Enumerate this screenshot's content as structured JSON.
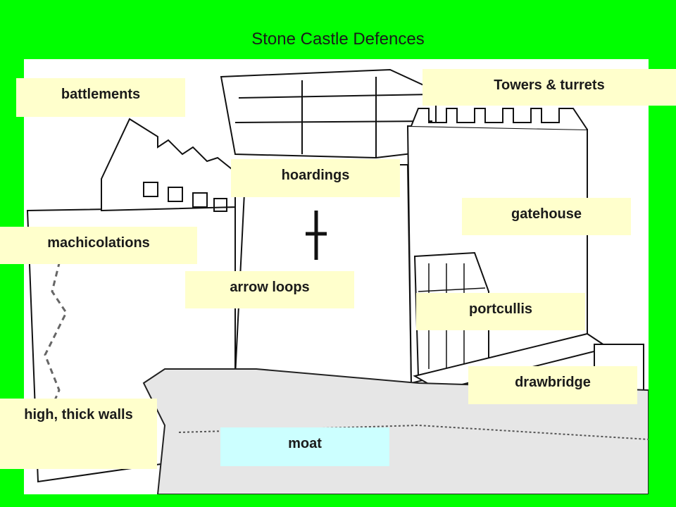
{
  "title": "Stone Castle Defences",
  "labels": {
    "battlements": "battlements",
    "towers_turrets": "Towers & turrets",
    "hoardings": "hoardings",
    "gatehouse": "gatehouse",
    "machicolations": "machicolations",
    "arrow_loops": "arrow loops",
    "portcullis": "portcullis",
    "drawbridge": "drawbridge",
    "walls": "high, thick walls",
    "moat": "moat"
  },
  "colors": {
    "background": "#00ff00",
    "label_fill": "#ffffcc",
    "moat_fill": "#ccffff"
  }
}
